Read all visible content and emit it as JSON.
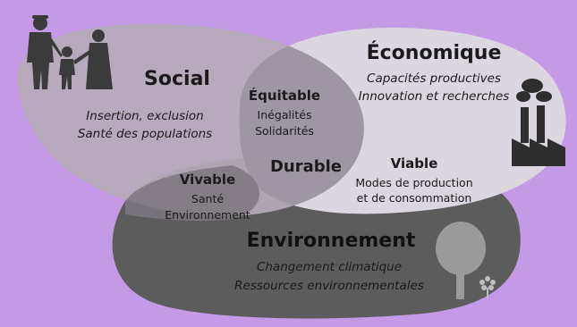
{
  "colors": {
    "background": "#c49ae6",
    "social_ellipse": "#b5abb9",
    "economic_ellipse": "#dcd6e0",
    "environment_blob": "#5c5c5c",
    "overlap_light": "#9a929c"
  },
  "social": {
    "title": "Social",
    "line1": "Insertion, exclusion",
    "line2": "Santé des populations",
    "icon": "family-silhouette-icon"
  },
  "economic": {
    "title": "Économique",
    "line1": "Capacités productives",
    "line2": "Innovation et recherches",
    "icon": "factory-icon"
  },
  "environment": {
    "title": "Environnement",
    "line1": "Changement climatique",
    "line2": "Ressources environnementales",
    "icons": [
      "tree-icon",
      "flower-icon"
    ]
  },
  "equitable": {
    "title": "Équitable",
    "line1": "Inégalités",
    "line2": "Solidarités"
  },
  "vivable": {
    "title": "Vivable",
    "line1": "Santé",
    "line2": "Environnement"
  },
  "viable": {
    "title": "Viable",
    "line1": "Modes de production",
    "line2": "et de consommation"
  },
  "durable": {
    "title": "Durable"
  }
}
